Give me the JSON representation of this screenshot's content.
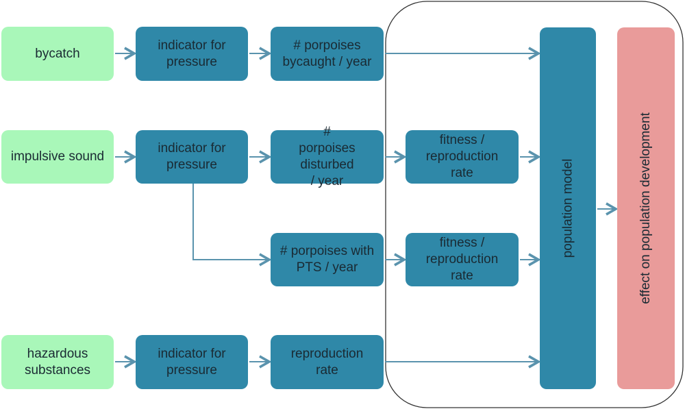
{
  "colors": {
    "pressure": "#a9f7b9",
    "process": "#2f88a8",
    "outcome": "#e99b9a",
    "arrow": "#5a93ad"
  },
  "rows": [
    {
      "pressure": "bycatch",
      "indicator": "indicator for pressure",
      "count": "# porpoises bycaught / year"
    },
    {
      "pressure": "impulsive sound",
      "indicator": "indicator for pressure",
      "count": "# porpoises disturbed / year",
      "effect": "fitness / reproduction rate"
    },
    {
      "count": "# porpoises with PTS / year",
      "effect": "fitness / reproduction rate"
    },
    {
      "pressure": "hazardous substances",
      "indicator": "indicator for pressure",
      "count": "reproduction rate"
    }
  ],
  "model": "population model",
  "outcome": "effect on population development"
}
